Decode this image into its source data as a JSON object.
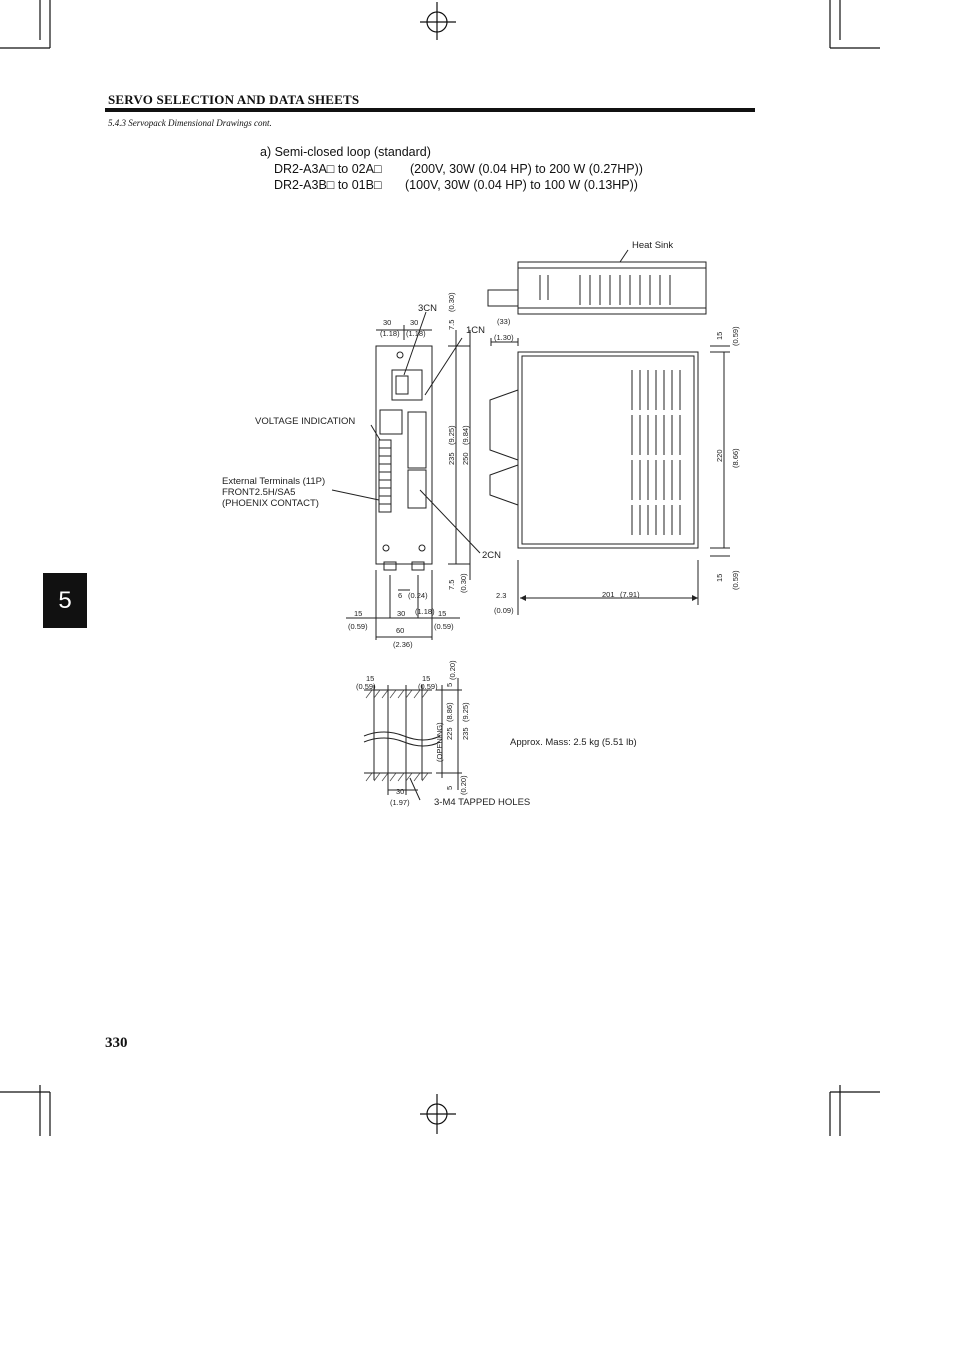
{
  "header": {
    "section_title": "SERVO SELECTION AND DATA SHEETS",
    "breadcrumb": "5.4.3 Servopack Dimensional Drawings cont."
  },
  "caption": {
    "line1": "a) Semi-closed loop (standard)",
    "line2_model": "DR2-A3A□ to 02A□",
    "line2_spec": "(200V, 30W (0.04 HP) to 200 W (0.27HP))",
    "line3_model": "DR2-A3B□ to 01B□",
    "line3_spec": "(100V, 30W (0.04 HP) to 100 W (0.13HP))"
  },
  "labels": {
    "heat_sink": "Heat Sink",
    "cn3": "3CN",
    "cn1": "1CN",
    "cn2": "2CN",
    "voltage_indication": "VOLTAGE INDICATION",
    "ext_terminals_1": "External Terminals (11P)",
    "ext_terminals_2": "FRONT2.5H/SA5",
    "ext_terminals_3": "(PHOENIX CONTACT)",
    "tapped_holes": "3-M4 TAPPED HOLES",
    "mass": "Approx. Mass: 2.5 kg (5.51 lb)",
    "opening": "(OPENING)"
  },
  "dimensions": {
    "top_30_left": "30",
    "top_30_right": "30",
    "top_118_left": "(1.18)",
    "top_118_right": "(1.18)",
    "d7_5": "7.5",
    "d030_top": "(0.30)",
    "d33": "(33)",
    "d130": "(1.30)",
    "d15_top": "15",
    "d059_top": "(0.59)",
    "d235": "235",
    "d925": "(9.25)",
    "d250": "250",
    "d984": "(9.84)",
    "d220": "220",
    "d866": "(8.66)",
    "d7_5_bot": "7.5",
    "d030_bot": "(0.30)",
    "d15_bot": "15",
    "d059_bot": "(0.59)",
    "d6": "6",
    "d024": "(0.24)",
    "d15_l": "15",
    "d059_l": "(0.59)",
    "d30_m": "30",
    "d118_m": "(1.18)",
    "d15_r": "15",
    "d059_r": "(0.59)",
    "d60": "60",
    "d236": "(2.36)",
    "d2_3": "2.3",
    "d009": "(0.09)",
    "d201": "201",
    "d791": "(7.91)",
    "m15_l": "15",
    "m059_l": "(0.59)",
    "m15_r": "15",
    "m059_r": "(0.59)",
    "m5_top": "5",
    "m020_top": "(0.20)",
    "m225": "225",
    "m886": "(8.86)",
    "m235": "235",
    "m925": "(9.25)",
    "m5_bot": "5",
    "m020_bot": "(0.20)",
    "m30": "30",
    "m197": "(1.97)"
  },
  "chapter_tab": "5",
  "page_number": "330"
}
